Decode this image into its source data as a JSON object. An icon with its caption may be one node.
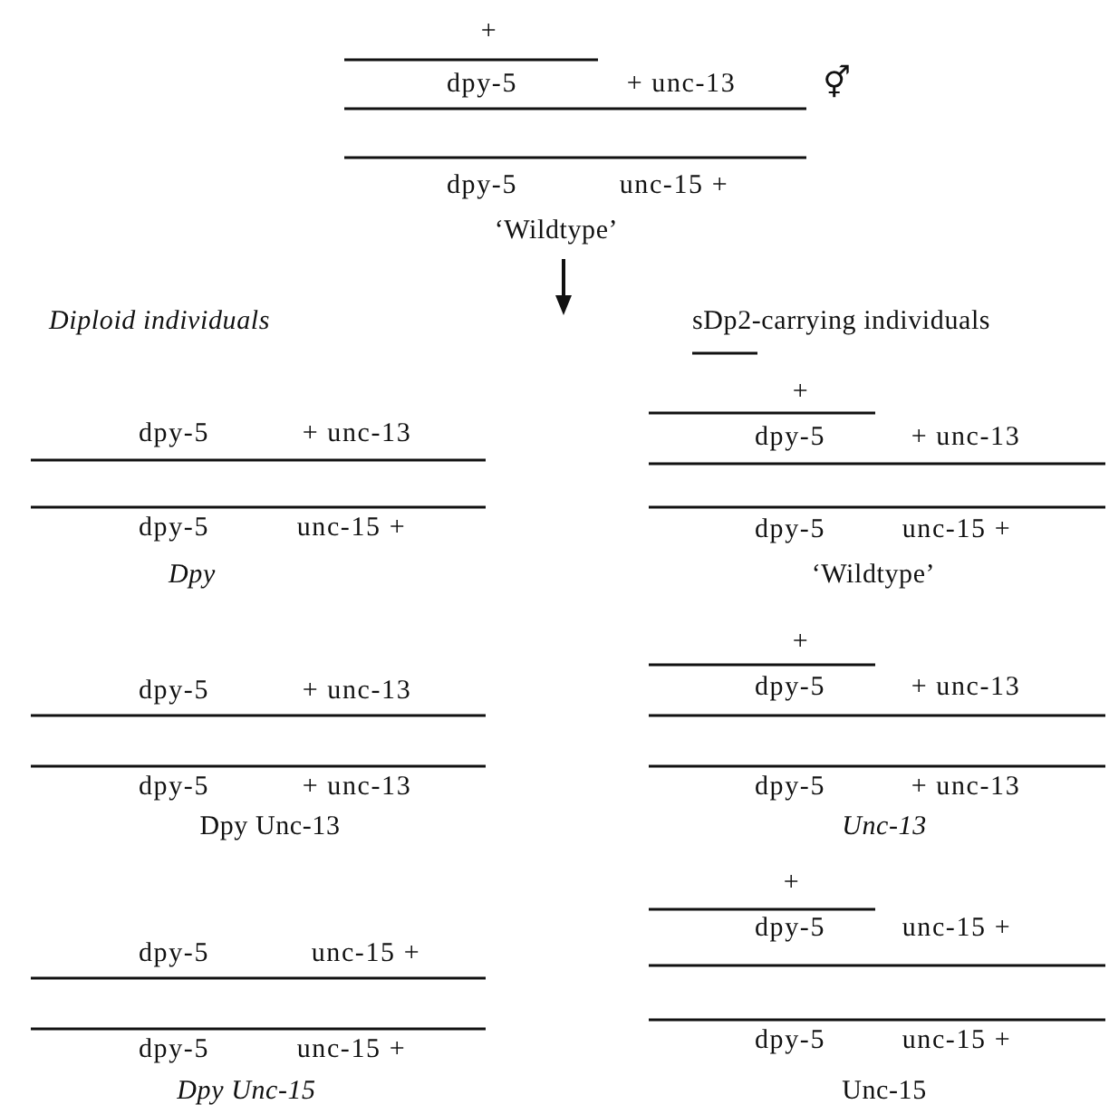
{
  "diagram": {
    "labels": [
      "+",
      "dpy-5",
      "+ unc-13",
      "⚥",
      "dpy-5",
      "unc-15 +",
      "‘Wildtype’",
      "Diploid individuals",
      "sDp2-carrying individuals",
      "dpy-5",
      "+ unc-13",
      "dpy-5",
      "unc-15 +",
      "Dpy",
      "dpy-5",
      "+ unc-13",
      "dpy-5",
      "+ unc-13",
      "Dpy Unc-13",
      "dpy-5",
      "unc-15 +",
      "dpy-5",
      "unc-15 +",
      "Dpy Unc-15",
      "+",
      "dpy-5",
      "+ unc-13",
      "dpy-5",
      "unc-15 +",
      "‘Wildtype’",
      "+",
      "dpy-5",
      "+ unc-13",
      "dpy-5",
      "+ unc-13",
      "Unc-13",
      "+",
      "dpy-5",
      "unc-15 +",
      "dpy-5",
      "unc-15 +",
      "Unc-15"
    ]
  }
}
